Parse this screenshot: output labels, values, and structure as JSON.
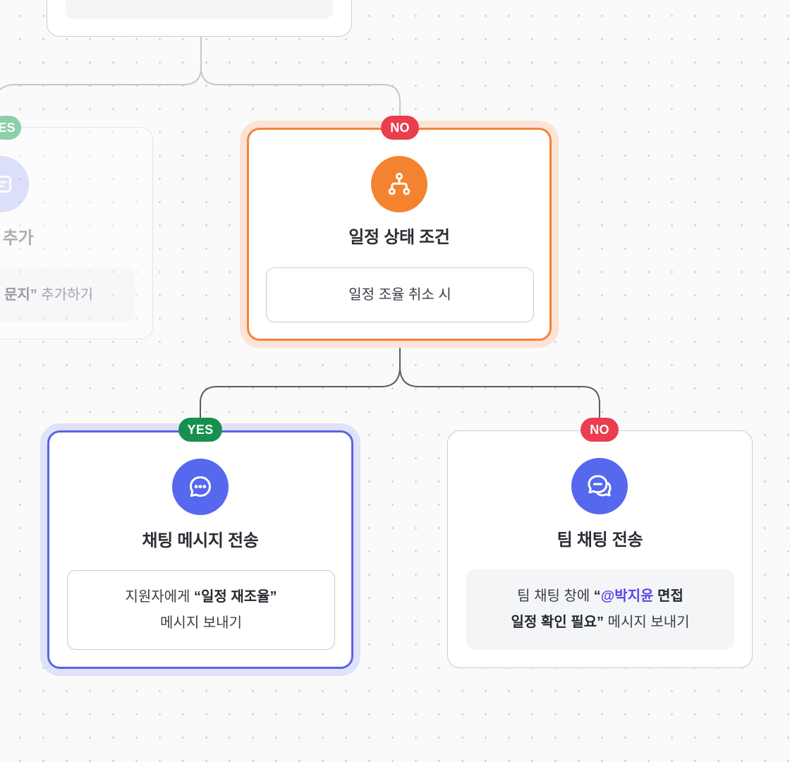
{
  "colors": {
    "orange": "#f4833a",
    "blue": "#5865e4",
    "yes_badge": "#17904f",
    "no_badge": "#ea3d4f",
    "mention": "#5b45e6"
  },
  "left_partial_node": {
    "badge": "ES",
    "icon": "message-board-icon",
    "title_fragment": "l 추가",
    "detail_bold": "문지”",
    "detail_rest": " 추가하기"
  },
  "condition_node": {
    "badge": "NO",
    "icon": "branch-icon",
    "title": "일정 상태 조건",
    "detail": "일정 조율 취소 시"
  },
  "chat_node": {
    "badge": "YES",
    "icon": "chat-dots-icon",
    "title": "채팅 메시지 전송",
    "detail_prefix": "지원자에게 ",
    "detail_bold": "“일정 재조율”",
    "detail_line2": "메시지 보내기"
  },
  "team_chat_node": {
    "badge": "NO",
    "icon": "team-chat-icon",
    "title": "팀 채팅 전송",
    "detail_prefix": "팀 채팅 창에 ",
    "detail_quote_open": "“",
    "detail_mention": "@박지윤",
    "detail_bold_1": " 면접",
    "detail_bold_2": "일정 확인 필요”",
    "detail_rest": " 메시지 보내기"
  }
}
